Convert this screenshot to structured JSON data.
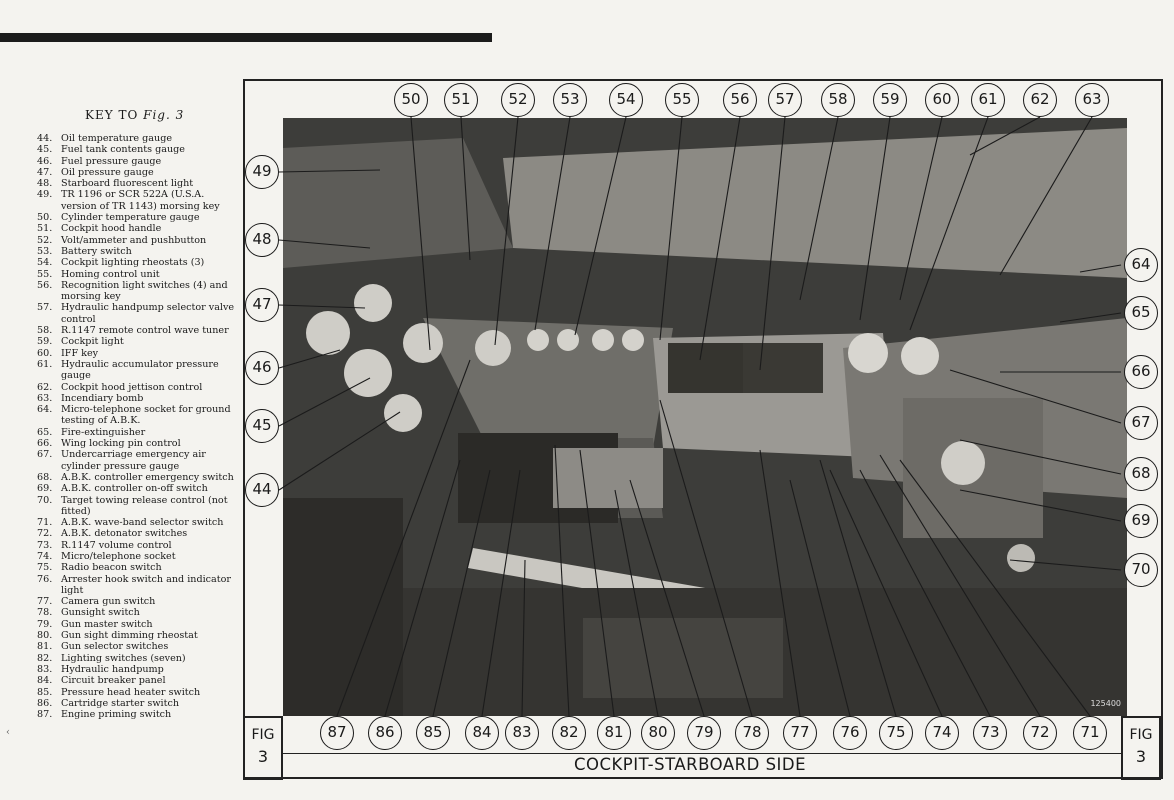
{
  "key_title_prefix": "KEY TO",
  "key_title_fig": "Fig. 3",
  "key": [
    {
      "num": "44.",
      "text": "Oil temperature gauge"
    },
    {
      "num": "45.",
      "text": "Fuel tank contents gauge"
    },
    {
      "num": "46.",
      "text": "Fuel pressure gauge"
    },
    {
      "num": "47.",
      "text": "Oil pressure gauge"
    },
    {
      "num": "48.",
      "text": "Starboard fluorescent light"
    },
    {
      "num": "49.",
      "text": "TR 1196 or SCR 522A (U.S.A. version of TR 1143) morsing key"
    },
    {
      "num": "50.",
      "text": "Cylinder temperature gauge"
    },
    {
      "num": "51.",
      "text": "Cockpit hood handle"
    },
    {
      "num": "52.",
      "text": "Volt/ammeter and pushbutton"
    },
    {
      "num": "53.",
      "text": "Battery switch"
    },
    {
      "num": "54.",
      "text": "Cockpit lighting rheostats (3)"
    },
    {
      "num": "55.",
      "text": "Homing control unit"
    },
    {
      "num": "56.",
      "text": "Recognition light switches (4) and morsing key"
    },
    {
      "num": "57.",
      "text": "Hydraulic handpump selector valve control"
    },
    {
      "num": "58.",
      "text": "R.1147 remote control wave tuner"
    },
    {
      "num": "59.",
      "text": "Cockpit light"
    },
    {
      "num": "60.",
      "text": "IFF key"
    },
    {
      "num": "61.",
      "text": "Hydraulic accumulator pressure gauge"
    },
    {
      "num": "62.",
      "text": "Cockpit hood jettison control"
    },
    {
      "num": "63.",
      "text": "Incendiary bomb"
    },
    {
      "num": "64.",
      "text": "Micro-telephone socket for ground testing of A.B.K."
    },
    {
      "num": "65.",
      "text": "Fire-extinguisher"
    },
    {
      "num": "66.",
      "text": "Wing locking pin control"
    },
    {
      "num": "67.",
      "text": "Undercarriage emergency air cylinder pressure gauge"
    },
    {
      "num": "68.",
      "text": "A.B.K. controller emergency switch"
    },
    {
      "num": "69.",
      "text": "A.B.K. controller on-off switch"
    },
    {
      "num": "70.",
      "text": "Target towing release control (not fitted)"
    },
    {
      "num": "71.",
      "text": "A.B.K. wave-band selector switch"
    },
    {
      "num": "72.",
      "text": "A.B.K. detonator switches"
    },
    {
      "num": "73.",
      "text": "R.1147 volume control"
    },
    {
      "num": "74.",
      "text": "Micro/telephone socket"
    },
    {
      "num": "75.",
      "text": "Radio beacon switch"
    },
    {
      "num": "76.",
      "text": "Arrester hook switch and indicator light"
    },
    {
      "num": "77.",
      "text": "Camera gun switch"
    },
    {
      "num": "78.",
      "text": "Gunsight switch"
    },
    {
      "num": "79.",
      "text": "Gun master switch"
    },
    {
      "num": "80.",
      "text": "Gun sight dimming rheostat"
    },
    {
      "num": "81.",
      "text": "Gun selector switches"
    },
    {
      "num": "82.",
      "text": "Lighting switches (seven)"
    },
    {
      "num": "83.",
      "text": "Hydraulic handpump"
    },
    {
      "num": "84.",
      "text": "Circuit breaker panel"
    },
    {
      "num": "85.",
      "text": "Pressure head heater switch"
    },
    {
      "num": "86.",
      "text": "Cartridge starter switch"
    },
    {
      "num": "87.",
      "text": "Engine priming switch"
    }
  ],
  "callouts_top": [
    "50",
    "51",
    "52",
    "53",
    "54",
    "55",
    "56",
    "57",
    "58",
    "59",
    "60",
    "61",
    "62",
    "63"
  ],
  "callouts_left": [
    "49",
    "48",
    "47",
    "46",
    "45",
    "44"
  ],
  "callouts_right": [
    "64",
    "65",
    "66",
    "67",
    "68",
    "69",
    "70"
  ],
  "callouts_bottom": [
    "87",
    "86",
    "85",
    "84",
    "83",
    "82",
    "81",
    "80",
    "79",
    "78",
    "77",
    "76",
    "75",
    "74",
    "73",
    "72",
    "71"
  ],
  "fig_label": "FIG",
  "fig_number": "3",
  "caption": "COCKPIT-STARBOARD SIDE",
  "photo_id": "125400",
  "margin_mark": "‹"
}
